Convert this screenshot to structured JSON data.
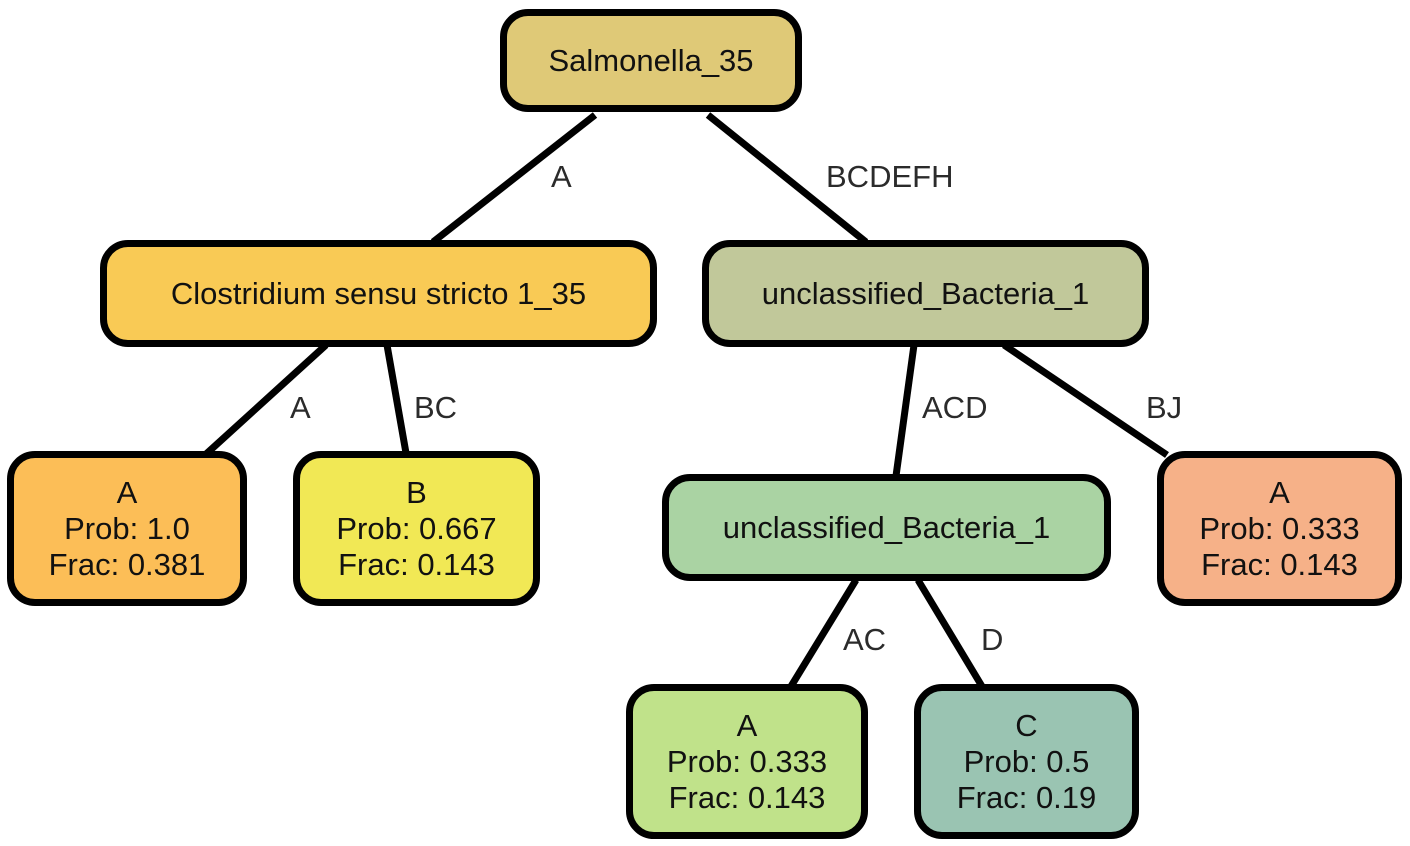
{
  "tree": {
    "nodes": [
      {
        "id": "n1",
        "lines": [
          "Salmonella_35"
        ],
        "color": "#dfc977"
      },
      {
        "id": "n2",
        "lines": [
          "Clostridium sensu stricto 1_35"
        ],
        "color": "#f9ca55"
      },
      {
        "id": "n3",
        "lines": [
          "unclassified_Bacteria_1"
        ],
        "color": "#c1c89a"
      },
      {
        "id": "n4",
        "lines": [
          "A",
          "Prob: 1.0",
          "Frac: 0.381"
        ],
        "color": "#fcbe57"
      },
      {
        "id": "n5",
        "lines": [
          "B",
          "Prob: 0.667",
          "Frac: 0.143"
        ],
        "color": "#f1e855"
      },
      {
        "id": "n6",
        "lines": [
          "unclassified_Bacteria_1"
        ],
        "color": "#aad3a3"
      },
      {
        "id": "n7",
        "lines": [
          "A",
          "Prob: 0.333",
          "Frac: 0.143"
        ],
        "color": "#f6b188"
      },
      {
        "id": "n8",
        "lines": [
          "A",
          "Prob: 0.333",
          "Frac: 0.143"
        ],
        "color": "#c0e28a"
      },
      {
        "id": "n9",
        "lines": [
          "C",
          "Prob: 0.5",
          "Frac: 0.19"
        ],
        "color": "#9ac4b2"
      }
    ],
    "edges": [
      {
        "from": "n1",
        "to": "n2",
        "label": "A"
      },
      {
        "from": "n1",
        "to": "n3",
        "label": "BCDEFH"
      },
      {
        "from": "n2",
        "to": "n4",
        "label": "A"
      },
      {
        "from": "n2",
        "to": "n5",
        "label": "BC"
      },
      {
        "from": "n3",
        "to": "n6",
        "label": "ACD"
      },
      {
        "from": "n3",
        "to": "n7",
        "label": "BJ"
      },
      {
        "from": "n6",
        "to": "n8",
        "label": "AC"
      },
      {
        "from": "n6",
        "to": "n9",
        "label": "D"
      }
    ]
  }
}
